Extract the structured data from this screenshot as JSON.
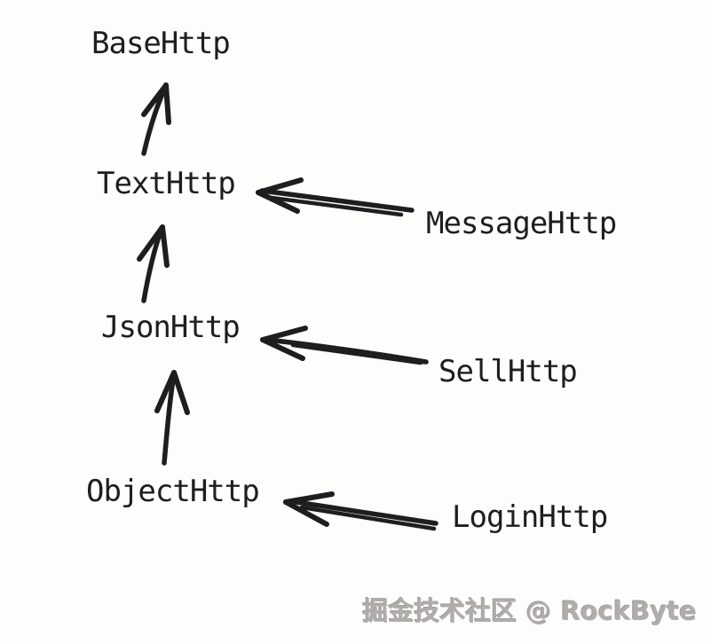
{
  "diagram": {
    "nodes": {
      "base": {
        "label": "BaseHttp"
      },
      "text": {
        "label": "TextHttp"
      },
      "message": {
        "label": "MessageHttp"
      },
      "json": {
        "label": "JsonHttp"
      },
      "sell": {
        "label": "SellHttp"
      },
      "object": {
        "label": "ObjectHttp"
      },
      "login": {
        "label": "LoginHttp"
      }
    },
    "edges": [
      {
        "from": "TextHttp",
        "to": "BaseHttp"
      },
      {
        "from": "MessageHttp",
        "to": "TextHttp"
      },
      {
        "from": "JsonHttp",
        "to": "TextHttp"
      },
      {
        "from": "SellHttp",
        "to": "JsonHttp"
      },
      {
        "from": "ObjectHttp",
        "to": "JsonHttp"
      },
      {
        "from": "LoginHttp",
        "to": "ObjectHttp"
      }
    ]
  },
  "watermark": {
    "text": "掘金技术社区 @ RockByte"
  },
  "colors": {
    "ink": "#1e1e1e",
    "background": "#fdfdfb",
    "watermark_gray": "#b1adaa"
  }
}
